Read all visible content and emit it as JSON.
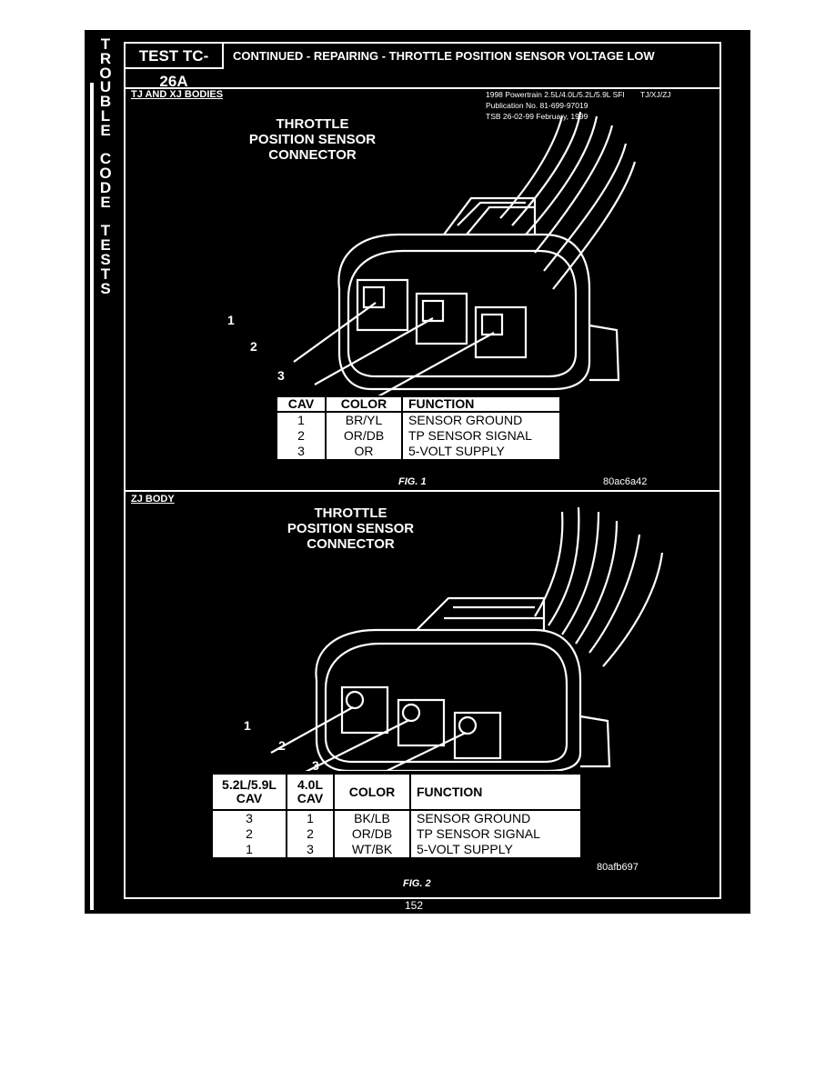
{
  "side_tab": {
    "letters": [
      "T",
      "R",
      "O",
      "U",
      "B",
      "L",
      "E",
      "",
      "C",
      "O",
      "D",
      "E",
      "",
      "T",
      "E",
      "S",
      "T",
      "S"
    ]
  },
  "header": {
    "test_id": "TEST TC-26A",
    "title": "CONTINUED - REPAIRING - THROTTLE POSITION SENSOR VOLTAGE LOW"
  },
  "publication": {
    "line1": "1998 Powertrain 2.5L/4.0L/5.2L/5.9L SFI",
    "line2": "Publication No. 81-699-97019",
    "line3": "TSB 26-02-99     February, 1999",
    "models": "TJ/XJ/ZJ"
  },
  "section1": {
    "body_label": "TJ AND XJ BODIES",
    "diagram_title": [
      "THROTTLE",
      "POSITION SENSOR",
      "CONNECTOR"
    ],
    "callouts": [
      "1",
      "2",
      "3"
    ],
    "table": {
      "headers": [
        "CAV",
        "COLOR",
        "FUNCTION"
      ],
      "rows": [
        [
          "1",
          "BR/YL",
          "SENSOR GROUND"
        ],
        [
          "2",
          "OR/DB",
          "TP SENSOR SIGNAL"
        ],
        [
          "3",
          "OR",
          "5-VOLT SUPPLY"
        ]
      ]
    },
    "fig_caption": "FIG. 1",
    "fig_id": "80ac6a42"
  },
  "section2": {
    "body_label": "ZJ BODY",
    "diagram_title": [
      "THROTTLE",
      "POSITION SENSOR",
      "CONNECTOR"
    ],
    "callouts": [
      "1",
      "2",
      "3"
    ],
    "table": {
      "headers": [
        "5.2L/5.9L CAV",
        "4.0L CAV",
        "COLOR",
        "FUNCTION"
      ],
      "header_lines": [
        [
          "5.2L/5.9L",
          "CAV"
        ],
        [
          "4.0L",
          "CAV"
        ]
      ],
      "rows": [
        [
          "3",
          "1",
          "BK/LB",
          "SENSOR GROUND"
        ],
        [
          "2",
          "2",
          "OR/DB",
          "TP SENSOR SIGNAL"
        ],
        [
          "1",
          "3",
          "WT/BK",
          "5-VOLT SUPPLY"
        ]
      ]
    },
    "fig_caption": "FIG. 2",
    "fig_id": "80afb697"
  },
  "footer": {
    "page_number": "152"
  }
}
